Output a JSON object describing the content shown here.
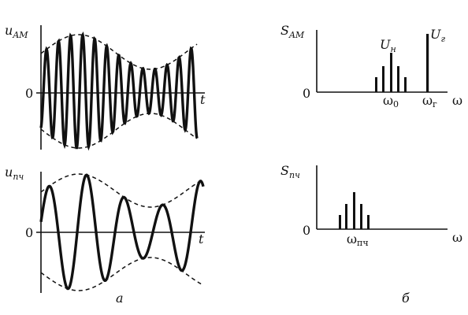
{
  "panel_a": {
    "caption": "a",
    "top": {
      "y_label": "u",
      "y_label_sub": "AM",
      "zero": "0",
      "t_label": "t"
    },
    "bottom": {
      "y_label": "u",
      "y_label_sub": "пч",
      "zero": "0",
      "t_label": "t"
    }
  },
  "panel_b": {
    "caption": "б",
    "top": {
      "s_label": "S",
      "s_sub": "AM",
      "zero": "0",
      "omega_axis": "ω",
      "omega0": "ω",
      "omega0_sub": "0",
      "omegag": "ω",
      "omegag_sub": "г",
      "un": "U",
      "un_sub": "н",
      "ug": "U",
      "ug_sub": "г"
    },
    "bottom": {
      "s_label": "S",
      "s_sub": "пч",
      "zero": "0",
      "omega_axis": "ω",
      "omegapch": "ω",
      "omegapch_sub": "пч"
    }
  }
}
